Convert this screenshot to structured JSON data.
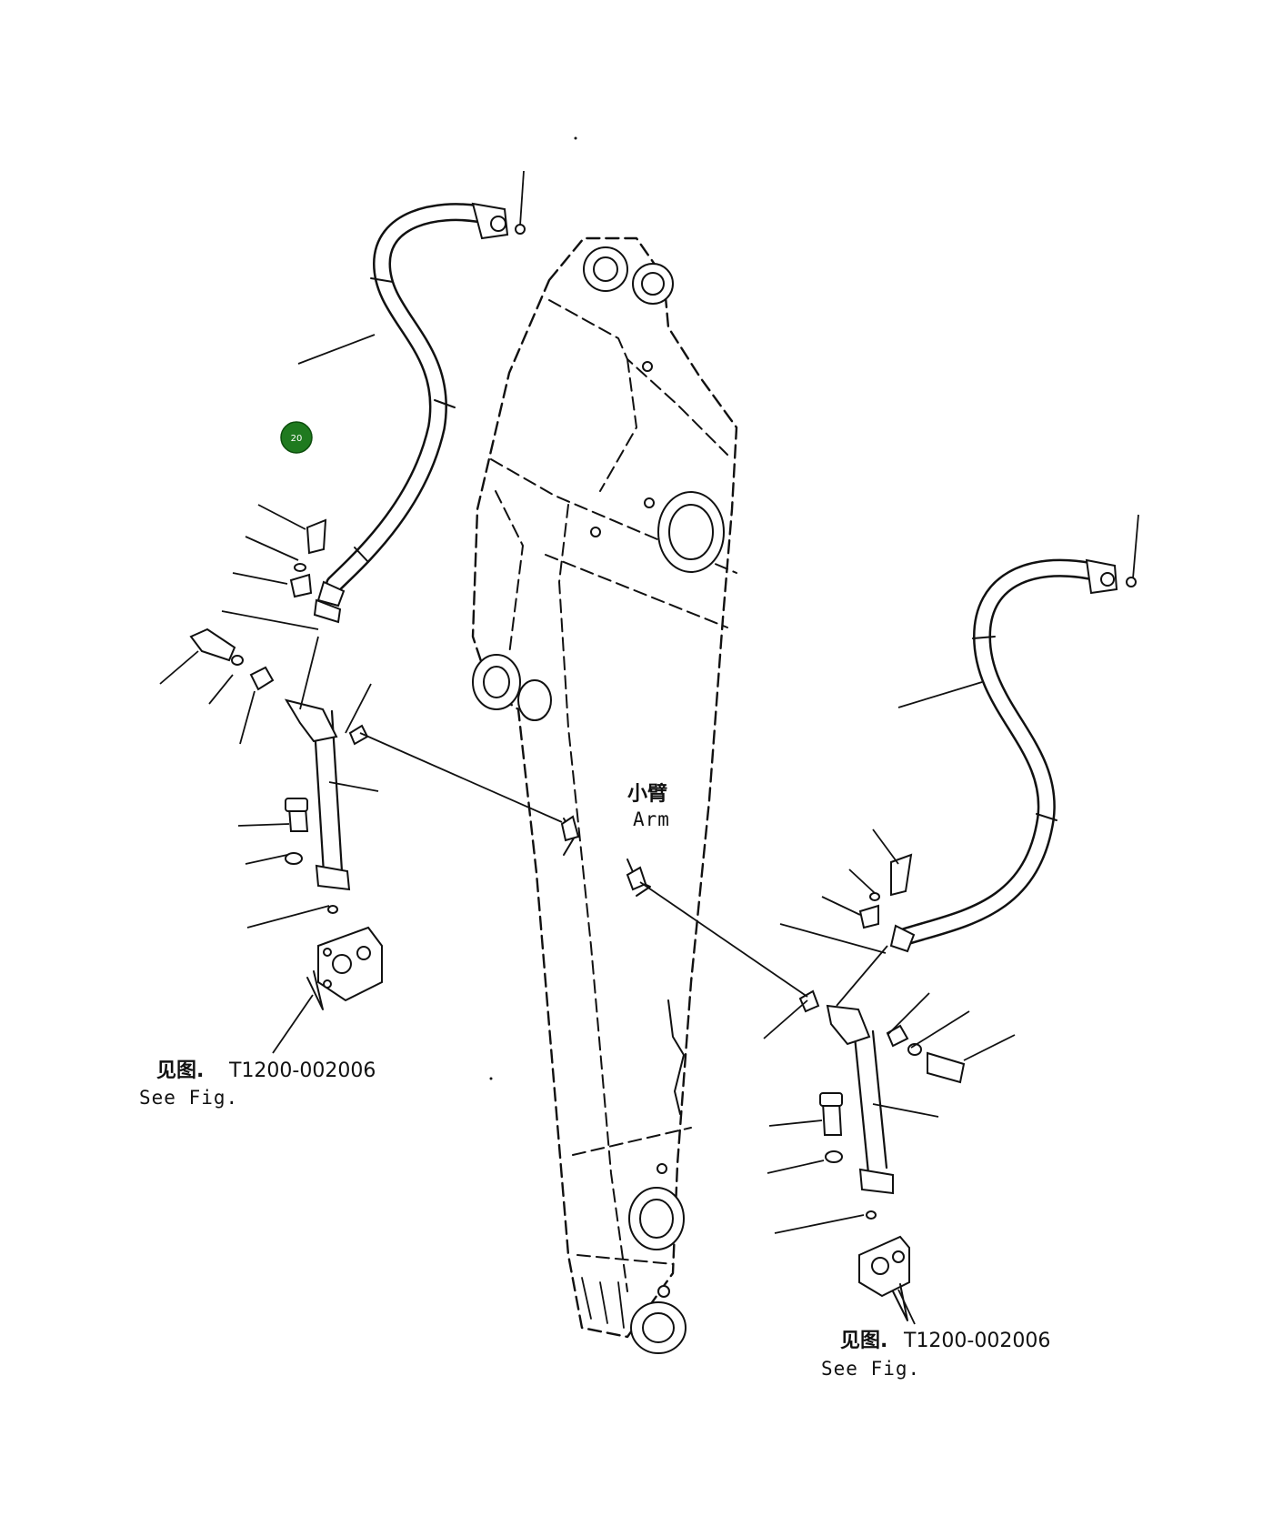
{
  "arm": {
    "label_cn": "小臂",
    "label_en": "Arm"
  },
  "refs": [
    {
      "prefix": "见图.",
      "code": "T1200-002006",
      "caption": "See Fig."
    },
    {
      "prefix": "见图.",
      "code": "T1200-002006",
      "caption": "See Fig."
    }
  ],
  "badge": {
    "text": "20",
    "color": "#1f7a1f"
  }
}
